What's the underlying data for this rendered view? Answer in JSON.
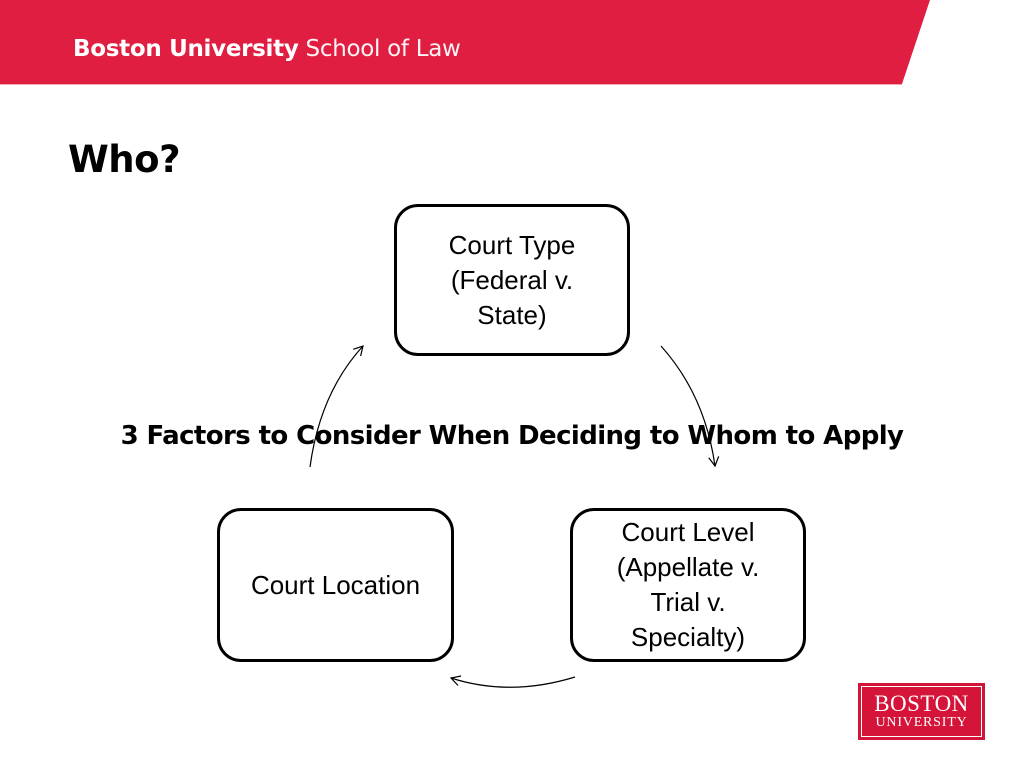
{
  "header": {
    "brand_bold": "Boston University",
    "brand_light": "School of Law",
    "banner_color": "#E01E42"
  },
  "slide": {
    "title": "Who?",
    "center_label": "3 Factors to Consider When Deciding to Whom to Apply"
  },
  "diagram": {
    "type": "cycle",
    "nodes": [
      {
        "id": "court-type",
        "label": "Court Type\n(Federal v.\nState)"
      },
      {
        "id": "court-level",
        "label": "Court Level\n(Appellate v.\nTrial v.\nSpecialty)"
      },
      {
        "id": "court-location",
        "label": "Court Location"
      }
    ],
    "edges": [
      {
        "from": "court-type",
        "to": "court-level"
      },
      {
        "from": "court-level",
        "to": "court-location"
      },
      {
        "from": "court-location",
        "to": "court-type"
      }
    ]
  },
  "footer_logo": {
    "line1": "BOSTON",
    "line2": "UNIVERSITY",
    "color": "#D5143A"
  }
}
